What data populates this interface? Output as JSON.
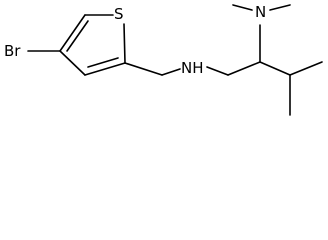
{
  "molecule": {
    "atoms": {
      "bromine": "Br",
      "sulfur": "S",
      "amine_nitrogen": "NH",
      "dimethylamino_nitrogen": "N"
    },
    "colors": {
      "bond": "#000000",
      "label": "#000000",
      "background": "#ffffff"
    }
  }
}
